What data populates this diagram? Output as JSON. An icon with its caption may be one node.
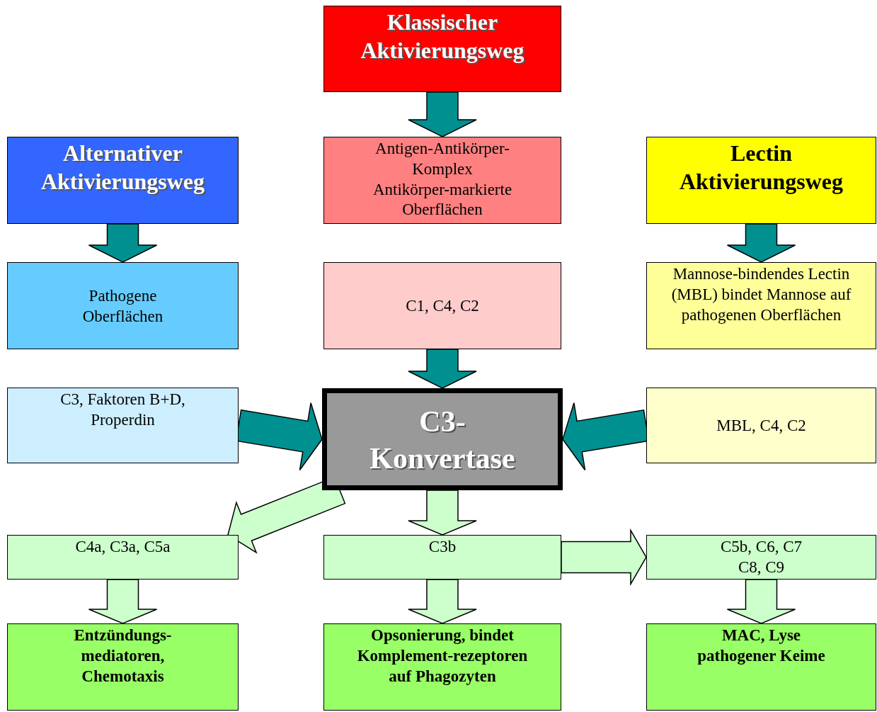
{
  "diagram": {
    "nodes": [
      {
        "text": [
          "Klassischer Aktivierungsweg"
        ]
      },
      {
        "text": [
          "Alternativer Aktivierungsweg"
        ]
      },
      {
        "text": [
          "Antigen-Antikörper-Komplex",
          "Antikörper-markierte Oberflächen"
        ]
      },
      {
        "text": [
          "Lectin Aktivierungsweg"
        ]
      },
      {
        "text": [
          "Pathogene Oberflächen"
        ]
      },
      {
        "text": [
          "C1, C4, C2"
        ]
      },
      {
        "text": [
          "Mannose-bindendes Lectin (MBL) bindet Mannose auf pathogenen Oberflächen"
        ]
      },
      {
        "text": [
          "C3, Faktoren B+D, Properdin"
        ]
      },
      {
        "text": [
          "C3-Konvertase"
        ]
      },
      {
        "text": [
          "MBL, C4, C2"
        ]
      },
      {
        "text": [
          "C4a, C3a, C5a"
        ]
      },
      {
        "text": [
          "C3b"
        ]
      },
      {
        "text": [
          "C5b, C6, C7 C8, C9"
        ]
      },
      {
        "text": [
          "Entzündungs-mediatoren, Chemotaxis"
        ]
      },
      {
        "text": [
          "Opsonierung, bindet Komplement-rezeptoren auf Phagozyten"
        ]
      },
      {
        "text": [
          "MAC, Lyse pathogener Keime"
        ]
      }
    ],
    "edges": [
      {
        "from": 0,
        "to": 2,
        "arrow": "to",
        "style": "thick",
        "color": "#009090"
      },
      {
        "from": 1,
        "to": 4,
        "arrow": "to",
        "style": "thick",
        "color": "#009090"
      },
      {
        "from": 3,
        "to": 6,
        "arrow": "to",
        "style": "thick",
        "color": "#009090"
      },
      {
        "from": 5,
        "to": 8,
        "arrow": "to",
        "style": "thick",
        "color": "#009090"
      },
      {
        "from": 7,
        "to": 8,
        "arrow": "to",
        "style": "thick",
        "color": "#009090"
      },
      {
        "from": 9,
        "to": 8,
        "arrow": "to",
        "style": "thick",
        "color": "#009090"
      },
      {
        "from": 8,
        "to": 10,
        "arrow": "to",
        "style": "thick",
        "color": "#ccffcc"
      },
      {
        "from": 8,
        "to": 11,
        "arrow": "to",
        "style": "thick",
        "color": "#ccffcc"
      },
      {
        "from": 11,
        "to": 12,
        "arrow": "to",
        "style": "thick",
        "color": "#ccffcc"
      },
      {
        "from": 10,
        "to": 13,
        "arrow": "to",
        "style": "thick",
        "color": "#ccffcc"
      },
      {
        "from": 11,
        "to": 14,
        "arrow": "to",
        "style": "thick",
        "color": "#ccffcc"
      },
      {
        "from": 12,
        "to": 15,
        "arrow": "to",
        "style": "thick",
        "color": "#ccffcc"
      }
    ]
  }
}
